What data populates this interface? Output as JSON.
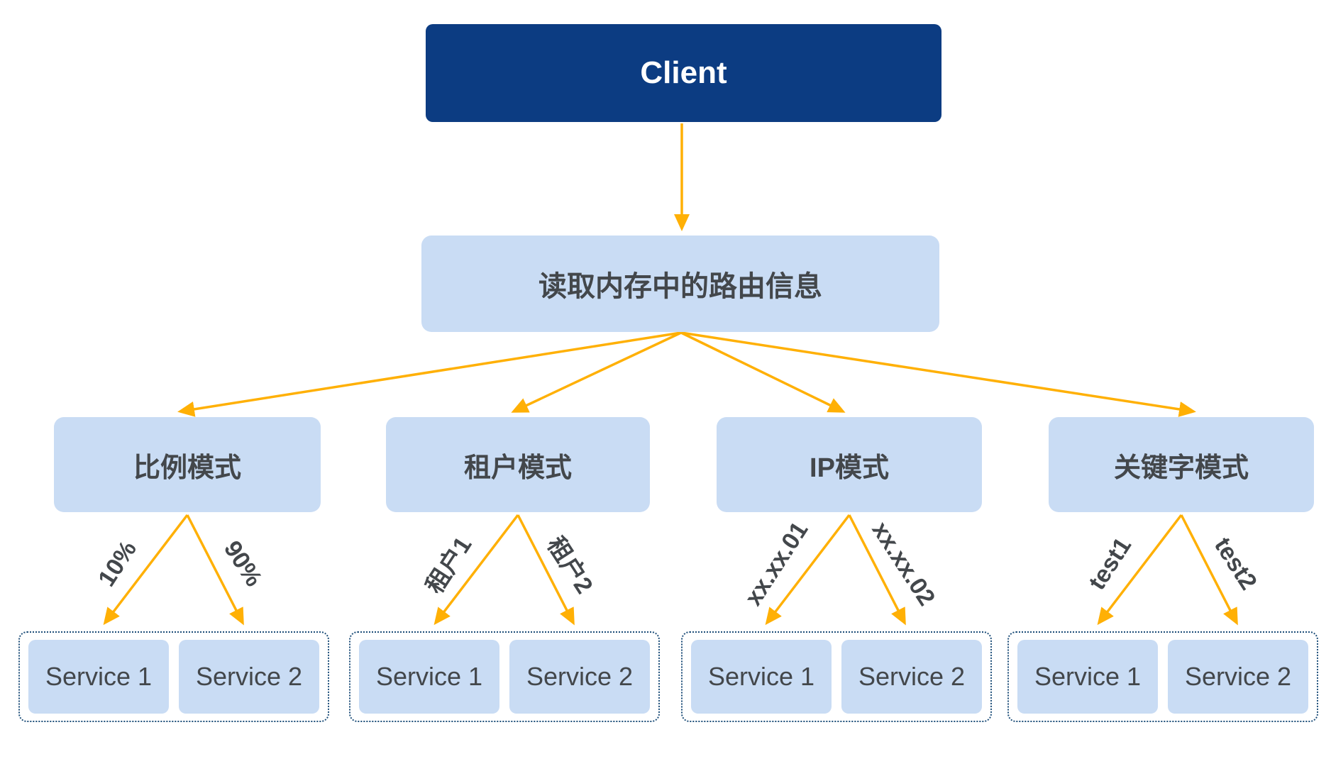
{
  "diagram": {
    "client": {
      "label": "Client"
    },
    "router": {
      "label": "读取内存中的路由信息"
    },
    "modes": [
      {
        "label": "比例模式",
        "left_branch": "10%",
        "right_branch": "90%"
      },
      {
        "label": "租户模式",
        "left_branch": "租户1",
        "right_branch": "租户2"
      },
      {
        "label": "IP模式",
        "left_branch": "xx.xx.01",
        "right_branch": "xx.xx.02"
      },
      {
        "label": "关键字模式",
        "left_branch": "test1",
        "right_branch": "test2"
      }
    ],
    "services": [
      "Service 1",
      "Service 2"
    ],
    "colors": {
      "client_box": "#0c3c82",
      "client_text": "#ffffff",
      "node_fill": "#c9dcf4",
      "node_text": "#43474b",
      "arrow": "#ffb005",
      "group_border": "#1d4e79",
      "background": "#ffffff"
    }
  }
}
